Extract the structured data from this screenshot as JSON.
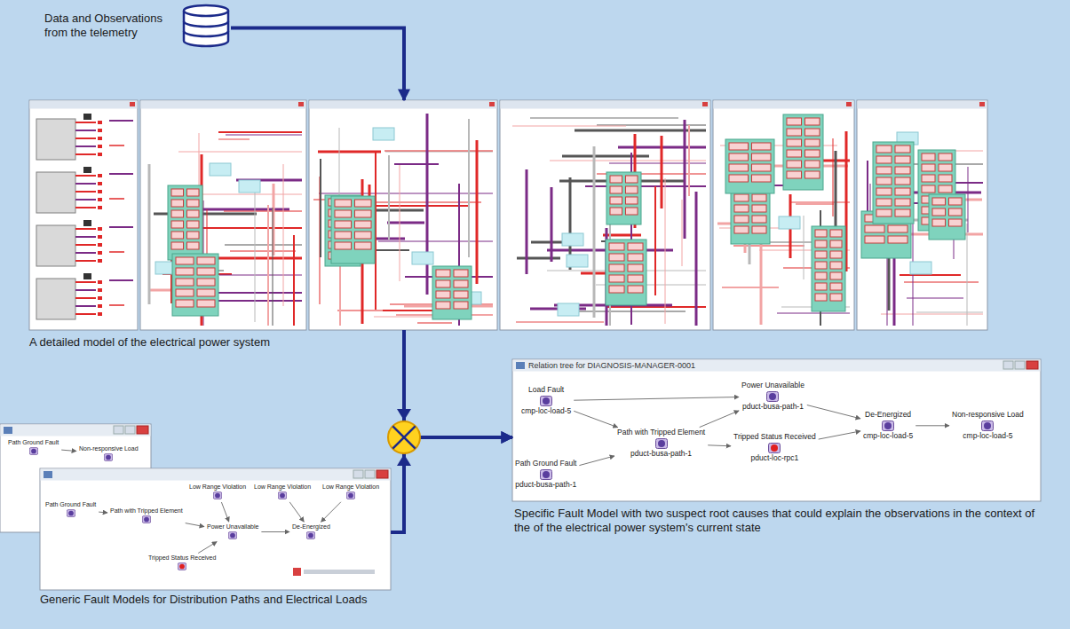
{
  "diagram": {
    "nodes": [
      {
        "text": [
          "Data and Observations from the telemetry"
        ]
      },
      {
        "text": [
          "A detailed model of the electrical power system"
        ]
      },
      {
        "text": [
          "Relation tree for DIAGNOSIS-MANAGER-0001",
          "Specific Fault Model with two suspect root causes that could explain the observations in the context of the of the electrical power system's current state"
        ]
      },
      {
        "text": [
          "Load Fault",
          "cmp-loc-load-5"
        ],
        "in": 2
      },
      {
        "text": [
          "Path Ground Fault",
          "pduct-busa-path-1"
        ],
        "in": 2
      },
      {
        "text": [
          "Path with Tripped Element",
          "pduct-busa-path-1"
        ],
        "in": 2
      },
      {
        "text": [
          "Power Unavailable",
          "pduct-busa-path-1"
        ],
        "in": 2
      },
      {
        "text": [
          "Tripped Status Received",
          "pduct-loc-rpc1"
        ],
        "in": 2
      },
      {
        "text": [
          "De-Energized",
          "cmp-loc-load-5"
        ],
        "in": 2
      },
      {
        "text": [
          "Non-responsive Load",
          "cmp-loc-load-5"
        ],
        "in": 2
      },
      {
        "text": [
          "Generic Fault Models for Distribution Paths and Electrical Loads"
        ]
      },
      {
        "text": [
          "Path Ground Fault"
        ],
        "in": 10
      },
      {
        "text": [
          "Non-responsive Load"
        ],
        "in": 10
      },
      {
        "text": [
          "Path Ground Fault"
        ],
        "in": 10
      },
      {
        "text": [
          "Path with Tripped Element"
        ],
        "in": 10
      },
      {
        "text": [
          "Low Range Violation"
        ],
        "in": 10
      },
      {
        "text": [
          "Power Unavailable"
        ],
        "in": 10
      },
      {
        "text": [
          "Low Range Violation"
        ],
        "in": 10
      },
      {
        "text": [
          "Low Range Violation"
        ],
        "in": 10
      },
      {
        "text": [
          "De-Energized"
        ],
        "in": 10
      },
      {
        "text": [
          "Tripped Status Received"
        ],
        "in": 10
      }
    ],
    "edges": [
      {
        "from": 0,
        "to": 1,
        "arrow": "to"
      },
      {
        "from": 1,
        "to": 2,
        "arrow": "to"
      },
      {
        "from": 10,
        "to": 2,
        "arrow": "to"
      },
      {
        "from": 3,
        "to": 5,
        "arrow": "to"
      },
      {
        "from": 4,
        "to": 5,
        "arrow": "to"
      },
      {
        "from": 3,
        "to": 6,
        "arrow": "to"
      },
      {
        "from": 5,
        "to": 6,
        "arrow": "to"
      },
      {
        "from": 5,
        "to": 7,
        "arrow": "to"
      },
      {
        "from": 6,
        "to": 8,
        "arrow": "to"
      },
      {
        "from": 7,
        "to": 8,
        "arrow": "to"
      },
      {
        "from": 8,
        "to": 9,
        "arrow": "to"
      },
      {
        "from": 11,
        "to": 12,
        "arrow": "to"
      },
      {
        "from": 13,
        "to": 14,
        "arrow": "to"
      },
      {
        "from": 14,
        "to": 16,
        "arrow": "to"
      },
      {
        "from": 15,
        "to": 16,
        "arrow": "to"
      },
      {
        "from": 20,
        "to": 16,
        "arrow": "to"
      },
      {
        "from": 16,
        "to": 19,
        "arrow": "to"
      },
      {
        "from": 17,
        "to": 19,
        "arrow": "to"
      },
      {
        "from": 18,
        "to": 19,
        "arrow": "to"
      }
    ]
  }
}
